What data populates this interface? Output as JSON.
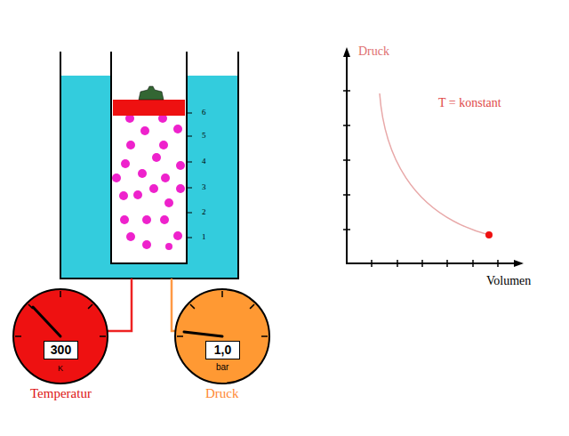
{
  "diagram": {
    "nodes": [
      {
        "text": [
          "300",
          "K",
          "Temperatur"
        ]
      },
      {
        "text": [
          "1,0",
          "bar",
          "Druck"
        ]
      }
    ],
    "labels": [
      "6",
      "5",
      "4",
      "3",
      "2",
      "1",
      "Druck",
      "T = konstant",
      "Volumen"
    ]
  }
}
